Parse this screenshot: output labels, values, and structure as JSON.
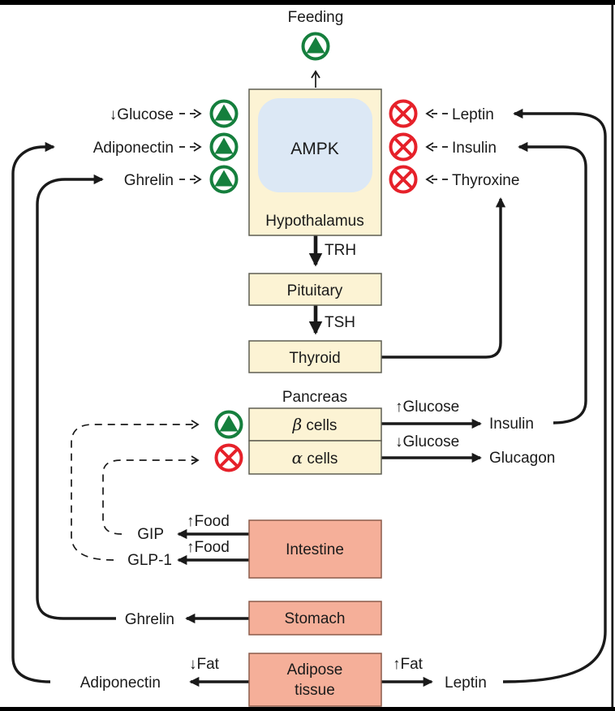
{
  "palette": {
    "box_yellow": "#FCF3D4",
    "box_yellow_border": "#5E5E52",
    "box_blue": "#DCE8F5",
    "box_salmon": "#F5AF99",
    "box_salmon_border": "#8C5B4A",
    "activate_green": "#157F3D",
    "inhibit_red": "#E6212A",
    "line_black": "#1A1A1A"
  },
  "top": {
    "feeding_label": "Feeding"
  },
  "hypothalamus": {
    "label": "Hypothalamus",
    "ampk_label": "AMPK"
  },
  "left_inputs": [
    {
      "label": "↓Glucose",
      "icon": "activation-triangle"
    },
    {
      "label": "Adiponectin",
      "icon": "activation-triangle"
    },
    {
      "label": "Ghrelin",
      "icon": "activation-triangle"
    }
  ],
  "right_inputs": [
    {
      "label": "Leptin",
      "icon": "inhibition-cross"
    },
    {
      "label": "Insulin",
      "icon": "inhibition-cross"
    },
    {
      "label": "Thyroxine",
      "icon": "inhibition-cross"
    }
  ],
  "axis": {
    "trh": "TRH",
    "pituitary": "Pituitary",
    "tsh": "TSH",
    "thyroid": "Thyroid"
  },
  "pancreas": {
    "label": "Pancreas",
    "beta": {
      "symbol": "β",
      "word": " cells",
      "icon": "activation-triangle"
    },
    "alpha": {
      "symbol": "α",
      "word": " cells",
      "icon": "inhibition-cross"
    },
    "beta_out": {
      "condition": "↑Glucose",
      "hormone": "Insulin"
    },
    "alpha_out": {
      "condition": "↓Glucose",
      "hormone": "Glucagon"
    }
  },
  "intestine": {
    "label": "Intestine",
    "outputs": [
      {
        "condition": "↑Food",
        "hormone": "GIP"
      },
      {
        "condition": "↑Food",
        "hormone": "GLP-1"
      }
    ]
  },
  "stomach": {
    "label": "Stomach",
    "output": "Ghrelin"
  },
  "adipose": {
    "label_line1": "Adipose",
    "label_line2": "tissue",
    "left_out": {
      "condition": "↓Fat",
      "hormone": "Adiponectin"
    },
    "right_out": {
      "condition": "↑Fat",
      "hormone": "Leptin"
    }
  }
}
